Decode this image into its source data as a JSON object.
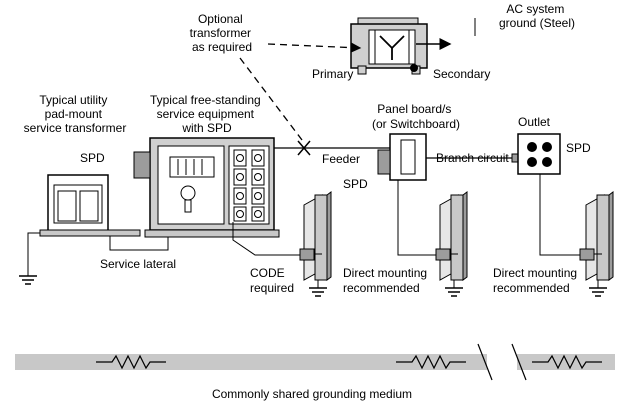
{
  "labels": {
    "optional_transformer": [
      "Optional",
      "transformer",
      "as required"
    ],
    "ac_system_ground": [
      "AC system",
      "ground (Steel)"
    ],
    "primary": "Primary",
    "secondary": "Secondary",
    "utility_transformer": [
      "Typical utility",
      "pad-mount",
      "service transformer"
    ],
    "service_equipment": [
      "Typical free-standing",
      "service equipment",
      "with SPD"
    ],
    "panel_board": [
      "Panel board/s",
      "(or Switchboard)"
    ],
    "outlet": "Outlet",
    "spd_utility": "SPD",
    "spd_panel": "SPD",
    "spd_outlet": "SPD",
    "feeder": "Feeder",
    "branch_circuit": "Branch circuit",
    "service_lateral": "Service lateral",
    "code_required": [
      "CODE",
      "required"
    ],
    "direct_mounting_1": [
      "Direct mounting",
      "recommended"
    ],
    "direct_mounting_2": [
      "Direct mounting",
      "recommended"
    ],
    "grounding_medium": "Commonly shared grounding medium"
  },
  "icons": [
    "ground-symbol",
    "resistor-symbol",
    "x-cross-mark",
    "transformer-wye-symbol",
    "duplex-outlet-symbol"
  ]
}
